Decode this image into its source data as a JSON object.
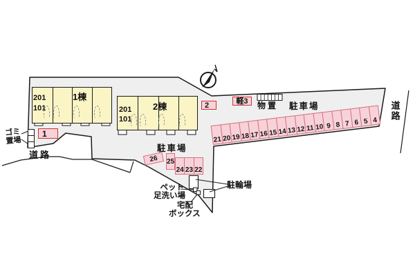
{
  "colors": {
    "site_fill": "#efefef",
    "line": "#1a1a1a",
    "building_fill": "#fbf5c6",
    "parking_fill": "#f8d2d9",
    "parking_border": "#d4707f",
    "box_border": "#cc3333"
  },
  "icons": {
    "north_arrow": "compass-north-arrow"
  },
  "labels": {
    "road_left": "道路",
    "road_right": "道路",
    "parking_lot_top": "駐車場",
    "parking_lot_bottom": "駐車場",
    "garbage_line1": "ゴミ",
    "garbage_line2": "置場",
    "storage": "物置",
    "kei_car": "軽3",
    "bicycle_parking": "駐輪場",
    "pet_wash_line1": "ペット",
    "pet_wash_line2": "足洗い場",
    "delivery_box_line1": "宅配",
    "delivery_box_line2": "ボックス"
  },
  "buildings": {
    "b1": {
      "name": "1棟",
      "room_upper": "201",
      "room_lower": "101"
    },
    "b2": {
      "name": "2棟",
      "room_upper": "201",
      "room_lower": "101"
    }
  },
  "parking": {
    "main_row": [
      "21",
      "20",
      "19",
      "18",
      "17",
      "16",
      "15",
      "14",
      "13",
      "12",
      "11",
      "10",
      "9",
      "8",
      "7",
      "6",
      "5",
      "4"
    ],
    "cluster_row": [
      "24",
      "23",
      "22"
    ],
    "space_25": "25",
    "space_26": "26",
    "box_1": "1",
    "box_2": "2"
  }
}
